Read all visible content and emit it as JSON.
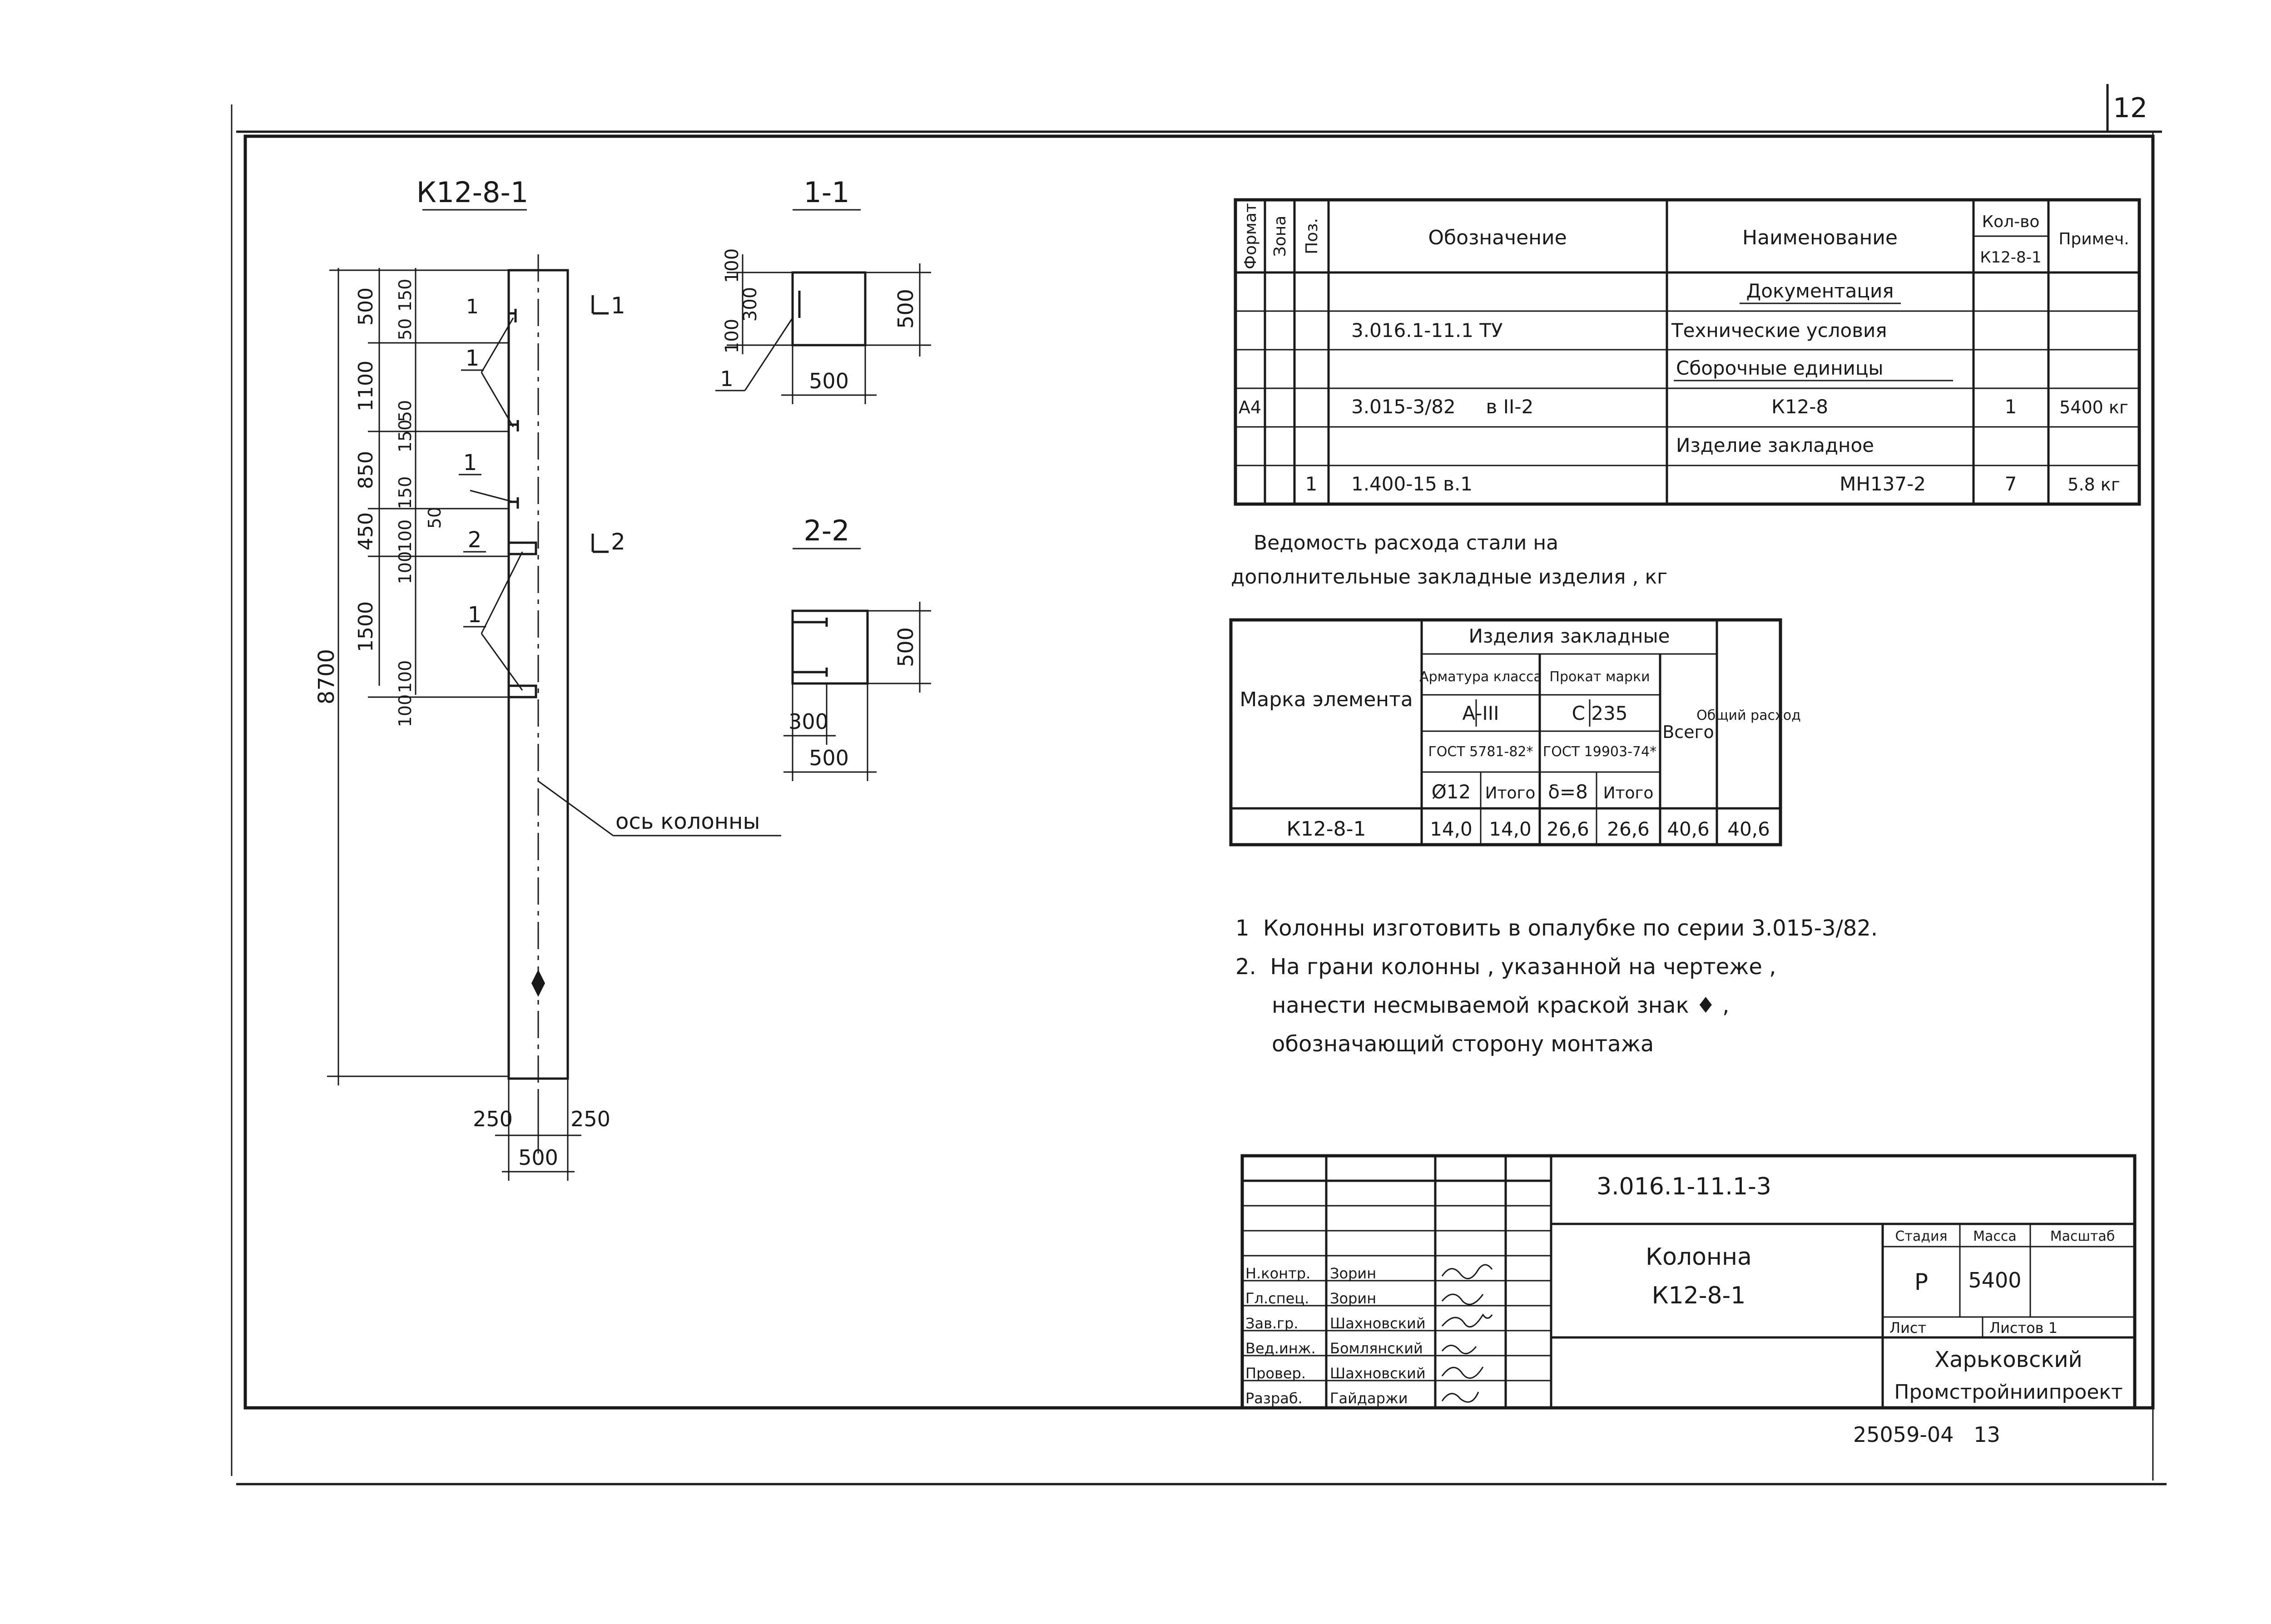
{
  "sheet_number": "12",
  "column_view": {
    "title": "К12-8-1",
    "total_height_label": "8700",
    "dims_vertical": [
      "500",
      "1100",
      "850",
      "450",
      "1500"
    ],
    "dims_small": [
      "150",
      "50",
      "50",
      "150",
      "150",
      "50",
      "100",
      "100",
      "100",
      "100"
    ],
    "bottom_dims": {
      "left": "250",
      "right": "250",
      "total": "500"
    },
    "markers": [
      "1",
      "1",
      "1",
      "1",
      "2"
    ],
    "section_marks": [
      "1",
      "2"
    ],
    "axis_label": "ось колонны"
  },
  "section_1": {
    "title": "1-1",
    "dims": {
      "top": "100",
      "side": "300",
      "bottom_left": "100",
      "width": "500",
      "height": "500"
    },
    "marker": "1"
  },
  "section_2": {
    "title": "2-2",
    "dims": {
      "inner": "300",
      "width": "500",
      "height": "500"
    }
  },
  "spec_table": {
    "headers": {
      "format": "Формат",
      "zone": "Зона",
      "pos": "Поз.",
      "designation": "Обозначение",
      "name": "Наименование",
      "qty_top": "Кол-во",
      "qty_bottom": "К12-8-1",
      "note": "Примеч."
    },
    "rows": [
      {
        "format": "",
        "zone": "",
        "pos": "",
        "designation": "",
        "name": "Документация",
        "qty": "",
        "note": "",
        "underline": true
      },
      {
        "format": "",
        "zone": "",
        "pos": "",
        "designation": "3.016.1-11.1 ТУ",
        "name": "Технические условия",
        "qty": "",
        "note": "",
        "underline": false
      },
      {
        "format": "",
        "zone": "",
        "pos": "",
        "designation": "",
        "name": "Сборочные единицы",
        "qty": "",
        "note": "",
        "underline": true
      },
      {
        "format": "А4",
        "zone": "",
        "pos": "",
        "designation": "3.015-3/82     в II-2",
        "name": "К12-8",
        "qty": "1",
        "note": "5400 кг",
        "underline": false
      },
      {
        "format": "",
        "zone": "",
        "pos": "",
        "designation": "",
        "name": "Изделие закладное",
        "qty": "",
        "note": "",
        "underline": false
      },
      {
        "format": "",
        "zone": "",
        "pos": "1",
        "designation": "1.400-15 в.1",
        "name": "МН137-2",
        "qty": "7",
        "note": "5.8 кг",
        "underline": false
      }
    ]
  },
  "steel_statement": {
    "title_line1": "Ведомость расхода стали на",
    "title_line2": "дополнительные закладные изделия , кг",
    "header_mark": "Марка элемента",
    "header_group": "Изделия закладные",
    "header_rebar": "Арматура класса",
    "header_rolled": "Прокат марки",
    "rebar_class": "А-III",
    "rolled_grade": "С 235",
    "rebar_gost": "ГОСТ 5781-82*",
    "rolled_gost": "ГОСТ 19903-74*",
    "col_d12": "Ø12",
    "col_total1": "Итого",
    "col_d8": "δ=8",
    "col_total2": "Итого",
    "col_sum": "Всего",
    "col_overall": "Общий расход",
    "row": {
      "mark": "К12-8-1",
      "d12": "14,0",
      "total1": "14,0",
      "d8": "26,6",
      "total2": "26,6",
      "sum": "40,6",
      "overall": "40,6"
    }
  },
  "notes": [
    "1  Колонны изготовить в опалубке по серии 3.015-3/82.",
    "2.  На грани колонны , указанной на чертеже ,",
    "нанести несмываемой краской знак ♦ ,",
    "обозначающий сторону монтажа"
  ],
  "title_block": {
    "code": "3.016.1-11.1-3",
    "name_line1": "Колонна",
    "name_line2": "К12-8-1",
    "stage_label": "Стадия",
    "mass_label": "Масса",
    "scale_label": "Масштаб",
    "stage": "Р",
    "mass": "5400",
    "sheet_label": "Лист",
    "sheets_label": "Листов 1",
    "org_line1": "Харьковский",
    "org_line2": "Промстройниипроект",
    "roles": [
      "Н.контр.",
      "Гл.спец.",
      "Зав.гр.",
      "Вед.инж.",
      "Провер.",
      "Разраб."
    ],
    "names": [
      "Зорин",
      "Зорин",
      "Шахновский",
      "Бомлянский",
      "Шахновский",
      "Гайдаржи"
    ]
  },
  "footer_code": "25059-04   13"
}
